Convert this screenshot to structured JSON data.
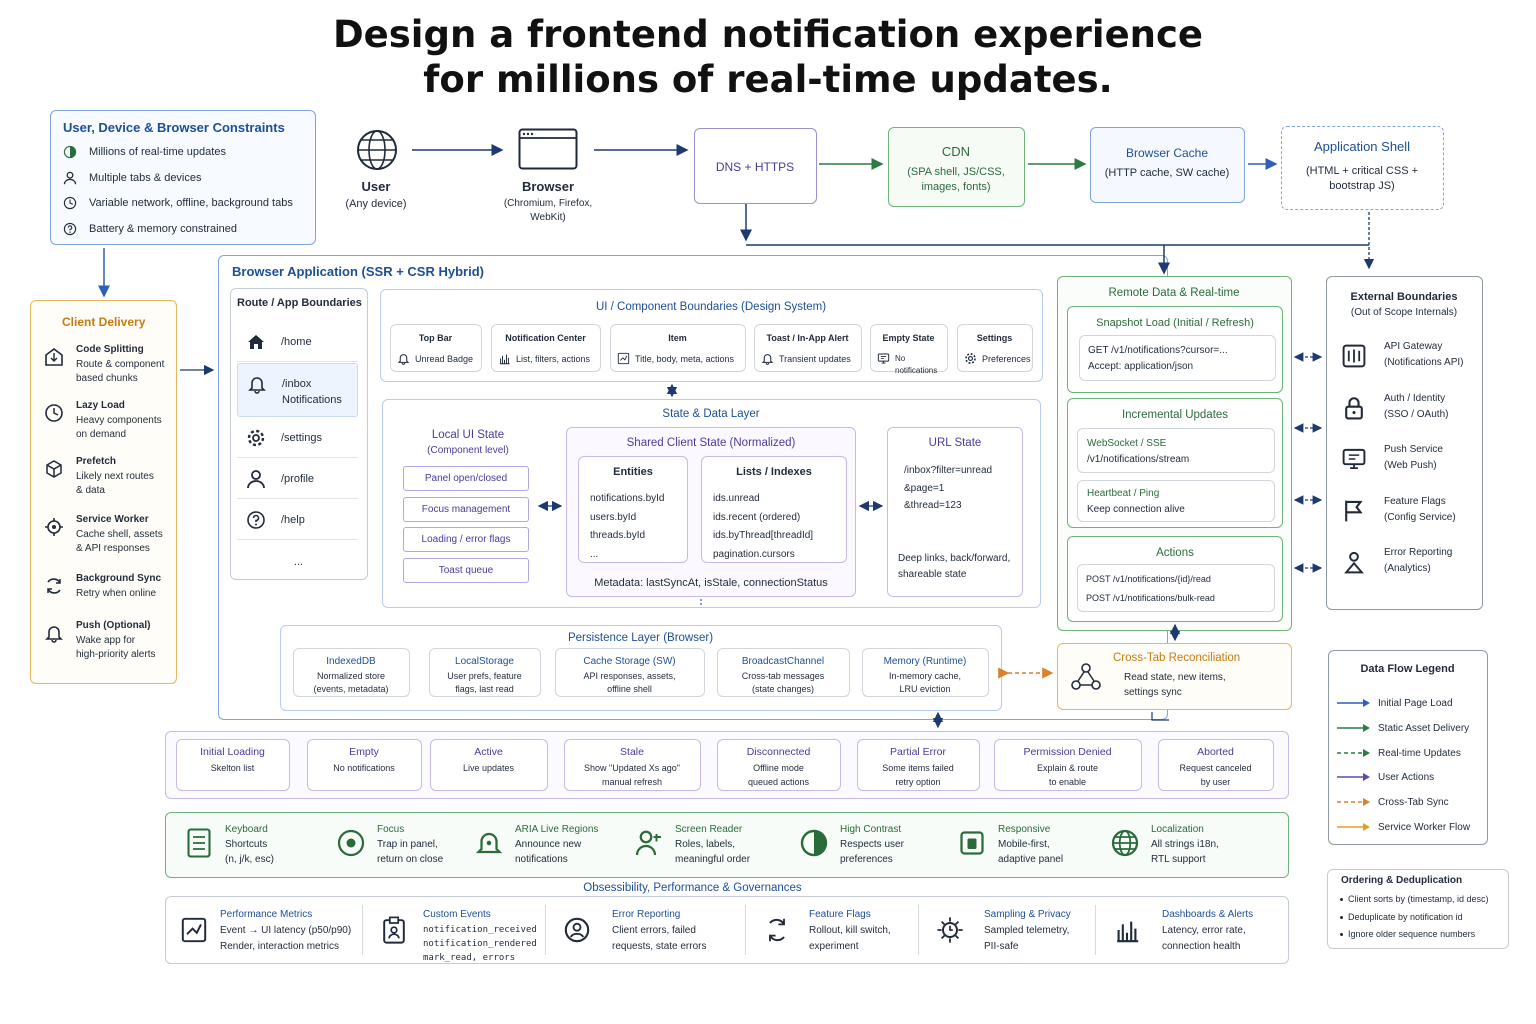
{
  "title": {
    "line1": "Design a frontend notification experience",
    "line2": "for millions of real-time updates."
  },
  "constraints": {
    "title": "User, Device & Browser Constraints",
    "items": [
      "Millions of real-time updates",
      "Multiple tabs & devices",
      "Variable network, offline, background tabs",
      "Battery & memory constrained"
    ]
  },
  "flow": {
    "user": {
      "label": "User",
      "sub": "(Any device)"
    },
    "browser": {
      "label": "Browser",
      "sub1": "(Chromium, Firefox,",
      "sub2": "WebKit)"
    },
    "dns": "DNS + HTTPS",
    "cdn": {
      "label": "CDN",
      "sub1": "(SPA shell, JS/CSS,",
      "sub2": "images, fonts)"
    },
    "cache": {
      "label": "Browser Cache",
      "sub": "(HTTP cache, SW cache)"
    },
    "shell": {
      "label": "Application Shell",
      "sub1": "(HTML + critical CSS +",
      "sub2": "bootstrap JS)"
    }
  },
  "client_delivery": {
    "title": "Client Delivery",
    "items": [
      {
        "title": "Code Splitting",
        "l1": "Route & component",
        "l2": "based chunks",
        "icon": "code-split-icon"
      },
      {
        "title": "Lazy Load",
        "l1": "Heavy components",
        "l2": "on demand",
        "icon": "lazy-load-icon"
      },
      {
        "title": "Prefetch",
        "l1": "Likely next routes",
        "l2": "& data",
        "icon": "prefetch-icon"
      },
      {
        "title": "Service Worker",
        "l1": "Cache shell, assets",
        "l2": "& API responses",
        "icon": "service-worker-icon"
      },
      {
        "title": "Background Sync",
        "l1": "Retry when online",
        "l2": "",
        "icon": "sync-icon"
      },
      {
        "title": "Push (Optional)",
        "l1": "Wake app for",
        "l2": "high-priority alerts",
        "icon": "bell-icon"
      }
    ]
  },
  "app": {
    "title": "Browser Application (SSR + CSR Hybrid)",
    "routes": {
      "title": "Route / App Boundaries",
      "items": [
        {
          "label": "/home",
          "sub": "",
          "icon": "home-icon"
        },
        {
          "label": "/inbox",
          "sub": "Notifications",
          "icon": "bell-icon"
        },
        {
          "label": "/settings",
          "sub": "",
          "icon": "gear-icon"
        },
        {
          "label": "/profile",
          "sub": "",
          "icon": "user-icon"
        },
        {
          "label": "/help",
          "sub": "",
          "icon": "help-icon"
        }
      ],
      "more": "..."
    },
    "ui": {
      "title": "UI / Component Boundaries (Design System)",
      "items": [
        {
          "title": "Top Bar",
          "sub": "Unread Badge"
        },
        {
          "title": "Notification Center",
          "sub": "List, filters, actions"
        },
        {
          "title": "Item",
          "sub": "Title, body, meta, actions"
        },
        {
          "title": "Toast / In-App Alert",
          "sub": "Transient updates"
        },
        {
          "title": "Empty State",
          "sub": "No notifications"
        },
        {
          "title": "Settings",
          "sub": "Preferences"
        }
      ]
    },
    "state": {
      "title": "State & Data Layer",
      "local": {
        "title": "Local UI State",
        "sub": "(Component level)",
        "items": [
          "Panel open/closed",
          "Focus management",
          "Loading / error flags",
          "Toast queue"
        ]
      },
      "shared": {
        "title": "Shared Client State (Normalized)",
        "entities": {
          "title": "Entities",
          "items": [
            "notifications.byId",
            "users.byId",
            "threads.byId",
            "..."
          ]
        },
        "lists": {
          "title": "Lists / Indexes",
          "items": [
            "ids.unread",
            "ids.recent (ordered)",
            "ids.byThread[threadId]",
            "pagination.cursors"
          ]
        },
        "meta": "Metadata: lastSyncAt, isStale, connectionStatus"
      },
      "url": {
        "title": "URL State",
        "items": [
          "/inbox?filter=unread",
          "&page=1",
          "&thread=123"
        ],
        "note1": "Deep links, back/forward,",
        "note2": "shareable state"
      }
    },
    "persistence": {
      "title": "Persistence Layer (Browser)",
      "items": [
        {
          "title": "IndexedDB",
          "l1": "Normalized store",
          "l2": "(events, metadata)"
        },
        {
          "title": "LocalStorage",
          "l1": "User prefs, feature",
          "l2": "flags, last read"
        },
        {
          "title": "Cache Storage (SW)",
          "l1": "API responses, assets,",
          "l2": "offline shell"
        },
        {
          "title": "BroadcastChannel",
          "l1": "Cross-tab messages",
          "l2": "(state changes)"
        },
        {
          "title": "Memory (Runtime)",
          "l1": "In-memory cache,",
          "l2": "LRU eviction"
        }
      ]
    }
  },
  "remote": {
    "title": "Remote Data & Real-time",
    "snapshot": {
      "title": "Snapshot Load (Initial / Refresh)",
      "l1": "GET /v1/notifications?cursor=...",
      "l2": "Accept:  application/json"
    },
    "incremental": {
      "title": "Incremental Updates",
      "ws_title": "WebSocket / SSE",
      "ws_path": "/v1/notifications/stream",
      "hb_title": "Heartbeat / Ping",
      "hb_sub": "Keep connection alive"
    },
    "actions": {
      "title": "Actions",
      "l1": "POST /v1/notifications/{id}/read",
      "l2": "POST /v1/notifications/bulk-read"
    }
  },
  "crosstab": {
    "title": "Cross-Tab Reconciliation",
    "l1": "Read state, new items,",
    "l2": "settings sync"
  },
  "external": {
    "title": "External Boundaries",
    "sub": "(Out of Scope Internals)",
    "items": [
      {
        "title": "API Gateway",
        "sub": "(Notifications API)",
        "icon": "api-gateway-icon"
      },
      {
        "title": "Auth / Identity",
        "sub": "(SSO / OAuth)",
        "icon": "lock-icon"
      },
      {
        "title": "Push Service",
        "sub": "(Web Push)",
        "icon": "push-service-icon"
      },
      {
        "title": "Feature Flags",
        "sub": "(Config Service)",
        "icon": "flag-icon"
      },
      {
        "title": "Error Reporting",
        "sub": "(Analytics)",
        "icon": "error-report-icon"
      }
    ]
  },
  "legend": {
    "title": "Data Flow Legend",
    "items": [
      {
        "label": "Initial Page Load",
        "color": "#2f5fb8",
        "dashed": false
      },
      {
        "label": "Static Asset Delivery",
        "color": "#2e7a44",
        "dashed": false
      },
      {
        "label": "Real-time Updates",
        "color": "#2e7a44",
        "dashed": true
      },
      {
        "label": "User Actions",
        "color": "#5a4bb0",
        "dashed": false
      },
      {
        "label": "Cross-Tab Sync",
        "color": "#d9822b",
        "dashed": true
      },
      {
        "label": "Service Worker Flow",
        "color": "#e0a020",
        "dashed": false
      }
    ]
  },
  "ordering": {
    "title": "Ordering & Deduplication",
    "items": [
      "Client sorts by (timestamp, id desc)",
      "Deduplicate by notification id",
      "Ignore older sequence numbers"
    ]
  },
  "ui_states": [
    {
      "title": "Initial Loading",
      "l1": "Skelton list",
      "l2": ""
    },
    {
      "title": "Empty",
      "l1": "No notifications",
      "l2": ""
    },
    {
      "title": "Active",
      "l1": "Live updates",
      "l2": ""
    },
    {
      "title": "Stale",
      "l1": "Show \"Updated Xs ago\"",
      "l2": "manual refresh"
    },
    {
      "title": "Disconnected",
      "l1": "Offline mode",
      "l2": "queued actions"
    },
    {
      "title": "Partial Error",
      "l1": "Some items failed",
      "l2": "retry option"
    },
    {
      "title": "Permission Denied",
      "l1": "Explain & route",
      "l2": "to enable"
    },
    {
      "title": "Aborted",
      "l1": "Request canceled",
      "l2": "by user"
    }
  ],
  "a11y": [
    {
      "title": "Keyboard",
      "l1": "Shortcuts",
      "l2": "(n, j/k, esc)",
      "icon": "keyboard-icon"
    },
    {
      "title": "Focus",
      "l1": "Trap in panel,",
      "l2": "return on close",
      "icon": "focus-icon"
    },
    {
      "title": "ARIA Live Regions",
      "l1": "Announce new",
      "l2": "notifications",
      "icon": "aria-bell-icon"
    },
    {
      "title": "Screen Reader",
      "l1": "Roles, labels,",
      "l2": "meaningful order",
      "icon": "screen-reader-icon"
    },
    {
      "title": "High Contrast",
      "l1": "Respects user",
      "l2": "preferences",
      "icon": "contrast-icon"
    },
    {
      "title": "Responsive",
      "l1": "Mobile-first,",
      "l2": "adaptive panel",
      "icon": "responsive-icon"
    },
    {
      "title": "Localization",
      "l1": "All strings i18n,",
      "l2": "RTL support",
      "icon": "globe-icon"
    }
  ],
  "observability_title": "Obsessibility, Performance & Governances",
  "observability": [
    {
      "title": "Performance Metrics",
      "l1": "Event → UI latency (p50/p90)",
      "l2": "Render, interaction metrics",
      "l3": "",
      "icon": "metrics-icon"
    },
    {
      "title": "Custom Events",
      "l1": "notification_received",
      "l2": "notification_rendered",
      "l3": "mark_read, errors",
      "icon": "clipboard-icon"
    },
    {
      "title": "Error Reporting",
      "l1": "Client errors, failed",
      "l2": "requests, state errors",
      "l3": "",
      "icon": "error-icon"
    },
    {
      "title": "Feature Flags",
      "l1": "Rollout, kill switch,",
      "l2": "experiment",
      "l3": "",
      "icon": "feature-flags-icon"
    },
    {
      "title": "Sampling & Privacy",
      "l1": "Sampled telemetry,",
      "l2": "PII-safe",
      "l3": "",
      "icon": "sampling-icon"
    },
    {
      "title": "Dashboards & Alerts",
      "l1": "Latency, error rate,",
      "l2": "connection health",
      "l3": "",
      "icon": "dashboard-icon"
    }
  ]
}
